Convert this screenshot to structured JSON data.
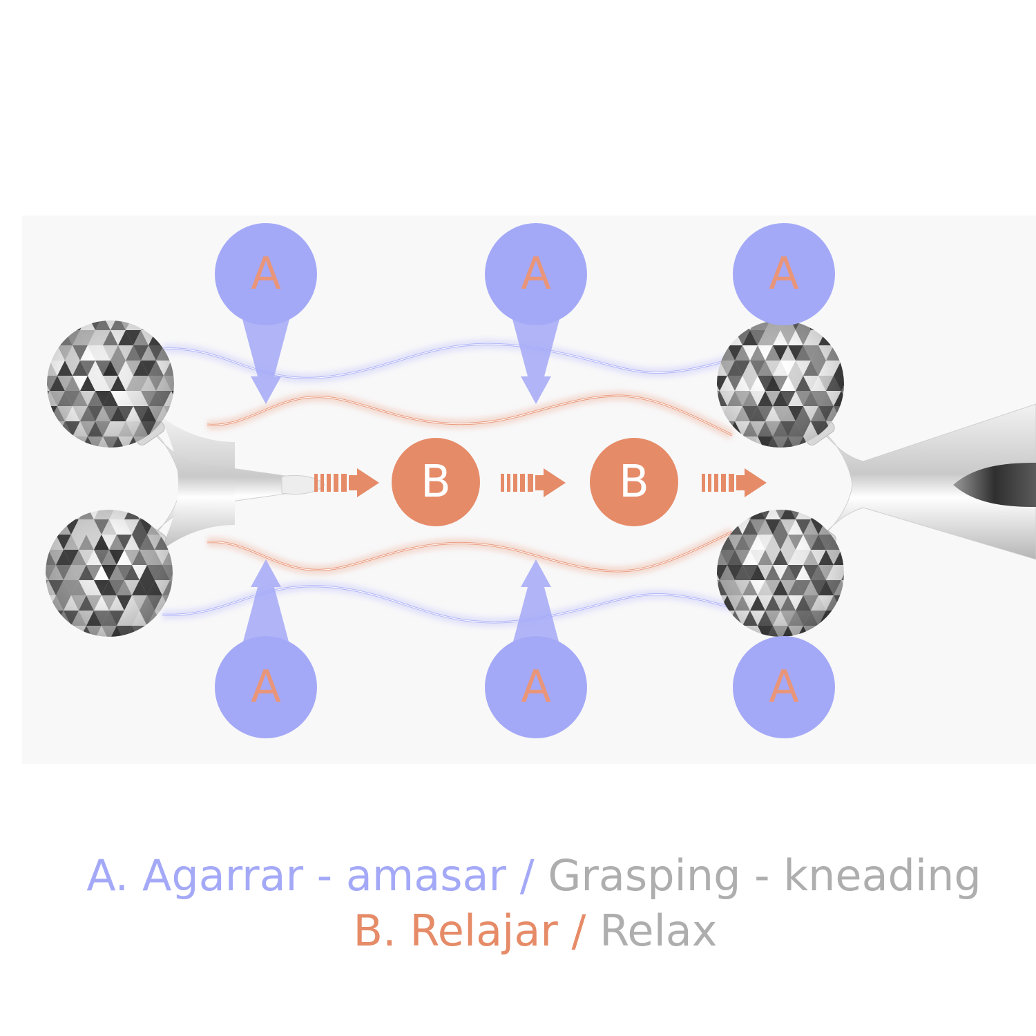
{
  "colors": {
    "grasp": "#a4a9f7",
    "relax": "#e68b68",
    "neutral": "#aeaeae",
    "label_on_grasp": "#e8957a",
    "label_on_relax": "#ffffff"
  },
  "icons": {
    "roller_left": "facial-roller-icon",
    "roller_right": "facial-roller-icon",
    "arrow": "dashed-arrow-right-icon"
  },
  "nodes": {
    "top": [
      "A",
      "A",
      "A"
    ],
    "bottom": [
      "A",
      "A",
      "A"
    ],
    "middle": [
      "B",
      "B"
    ]
  },
  "legend": {
    "a": {
      "native": "A. Agarrar - amasar",
      "separator": "/",
      "english": "Grasping - kneading"
    },
    "b": {
      "native": "B. Relajar",
      "separator": "/",
      "english": "Relax"
    }
  }
}
